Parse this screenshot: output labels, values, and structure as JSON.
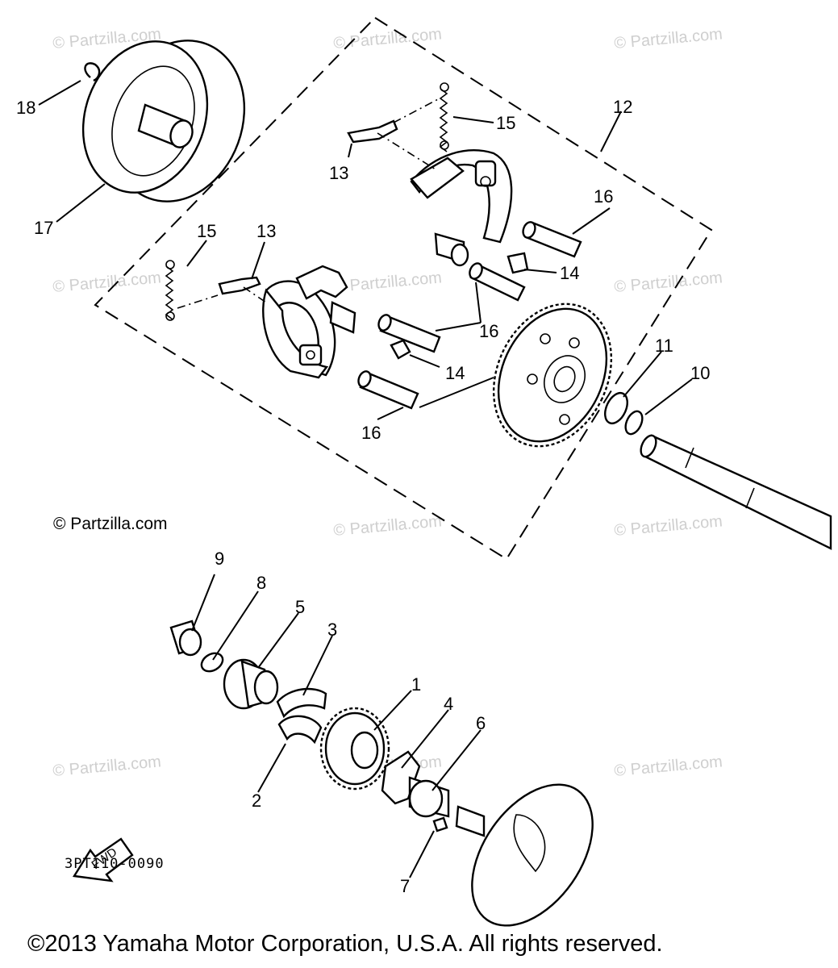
{
  "watermark": "© Partzilla.com",
  "partzilla_credit": "© Partzilla.com",
  "drawing_code": "3PT110-0090",
  "copyright": "©2013 Yamaha Motor Corporation, U.S.A. All rights reserved.",
  "fwd_label": "FWD",
  "callouts": {
    "c1": "1",
    "c2": "2",
    "c3": "3",
    "c4": "4",
    "c5": "5",
    "c6": "6",
    "c7": "7",
    "c8": "8",
    "c9": "9",
    "c10": "10",
    "c11": "11",
    "c12": "12",
    "c13a": "13",
    "c13b": "13",
    "c14a": "14",
    "c14b": "14",
    "c15a": "15",
    "c15b": "15",
    "c16a": "16",
    "c16b": "16",
    "c16c": "16",
    "c17": "17",
    "c18": "18"
  }
}
